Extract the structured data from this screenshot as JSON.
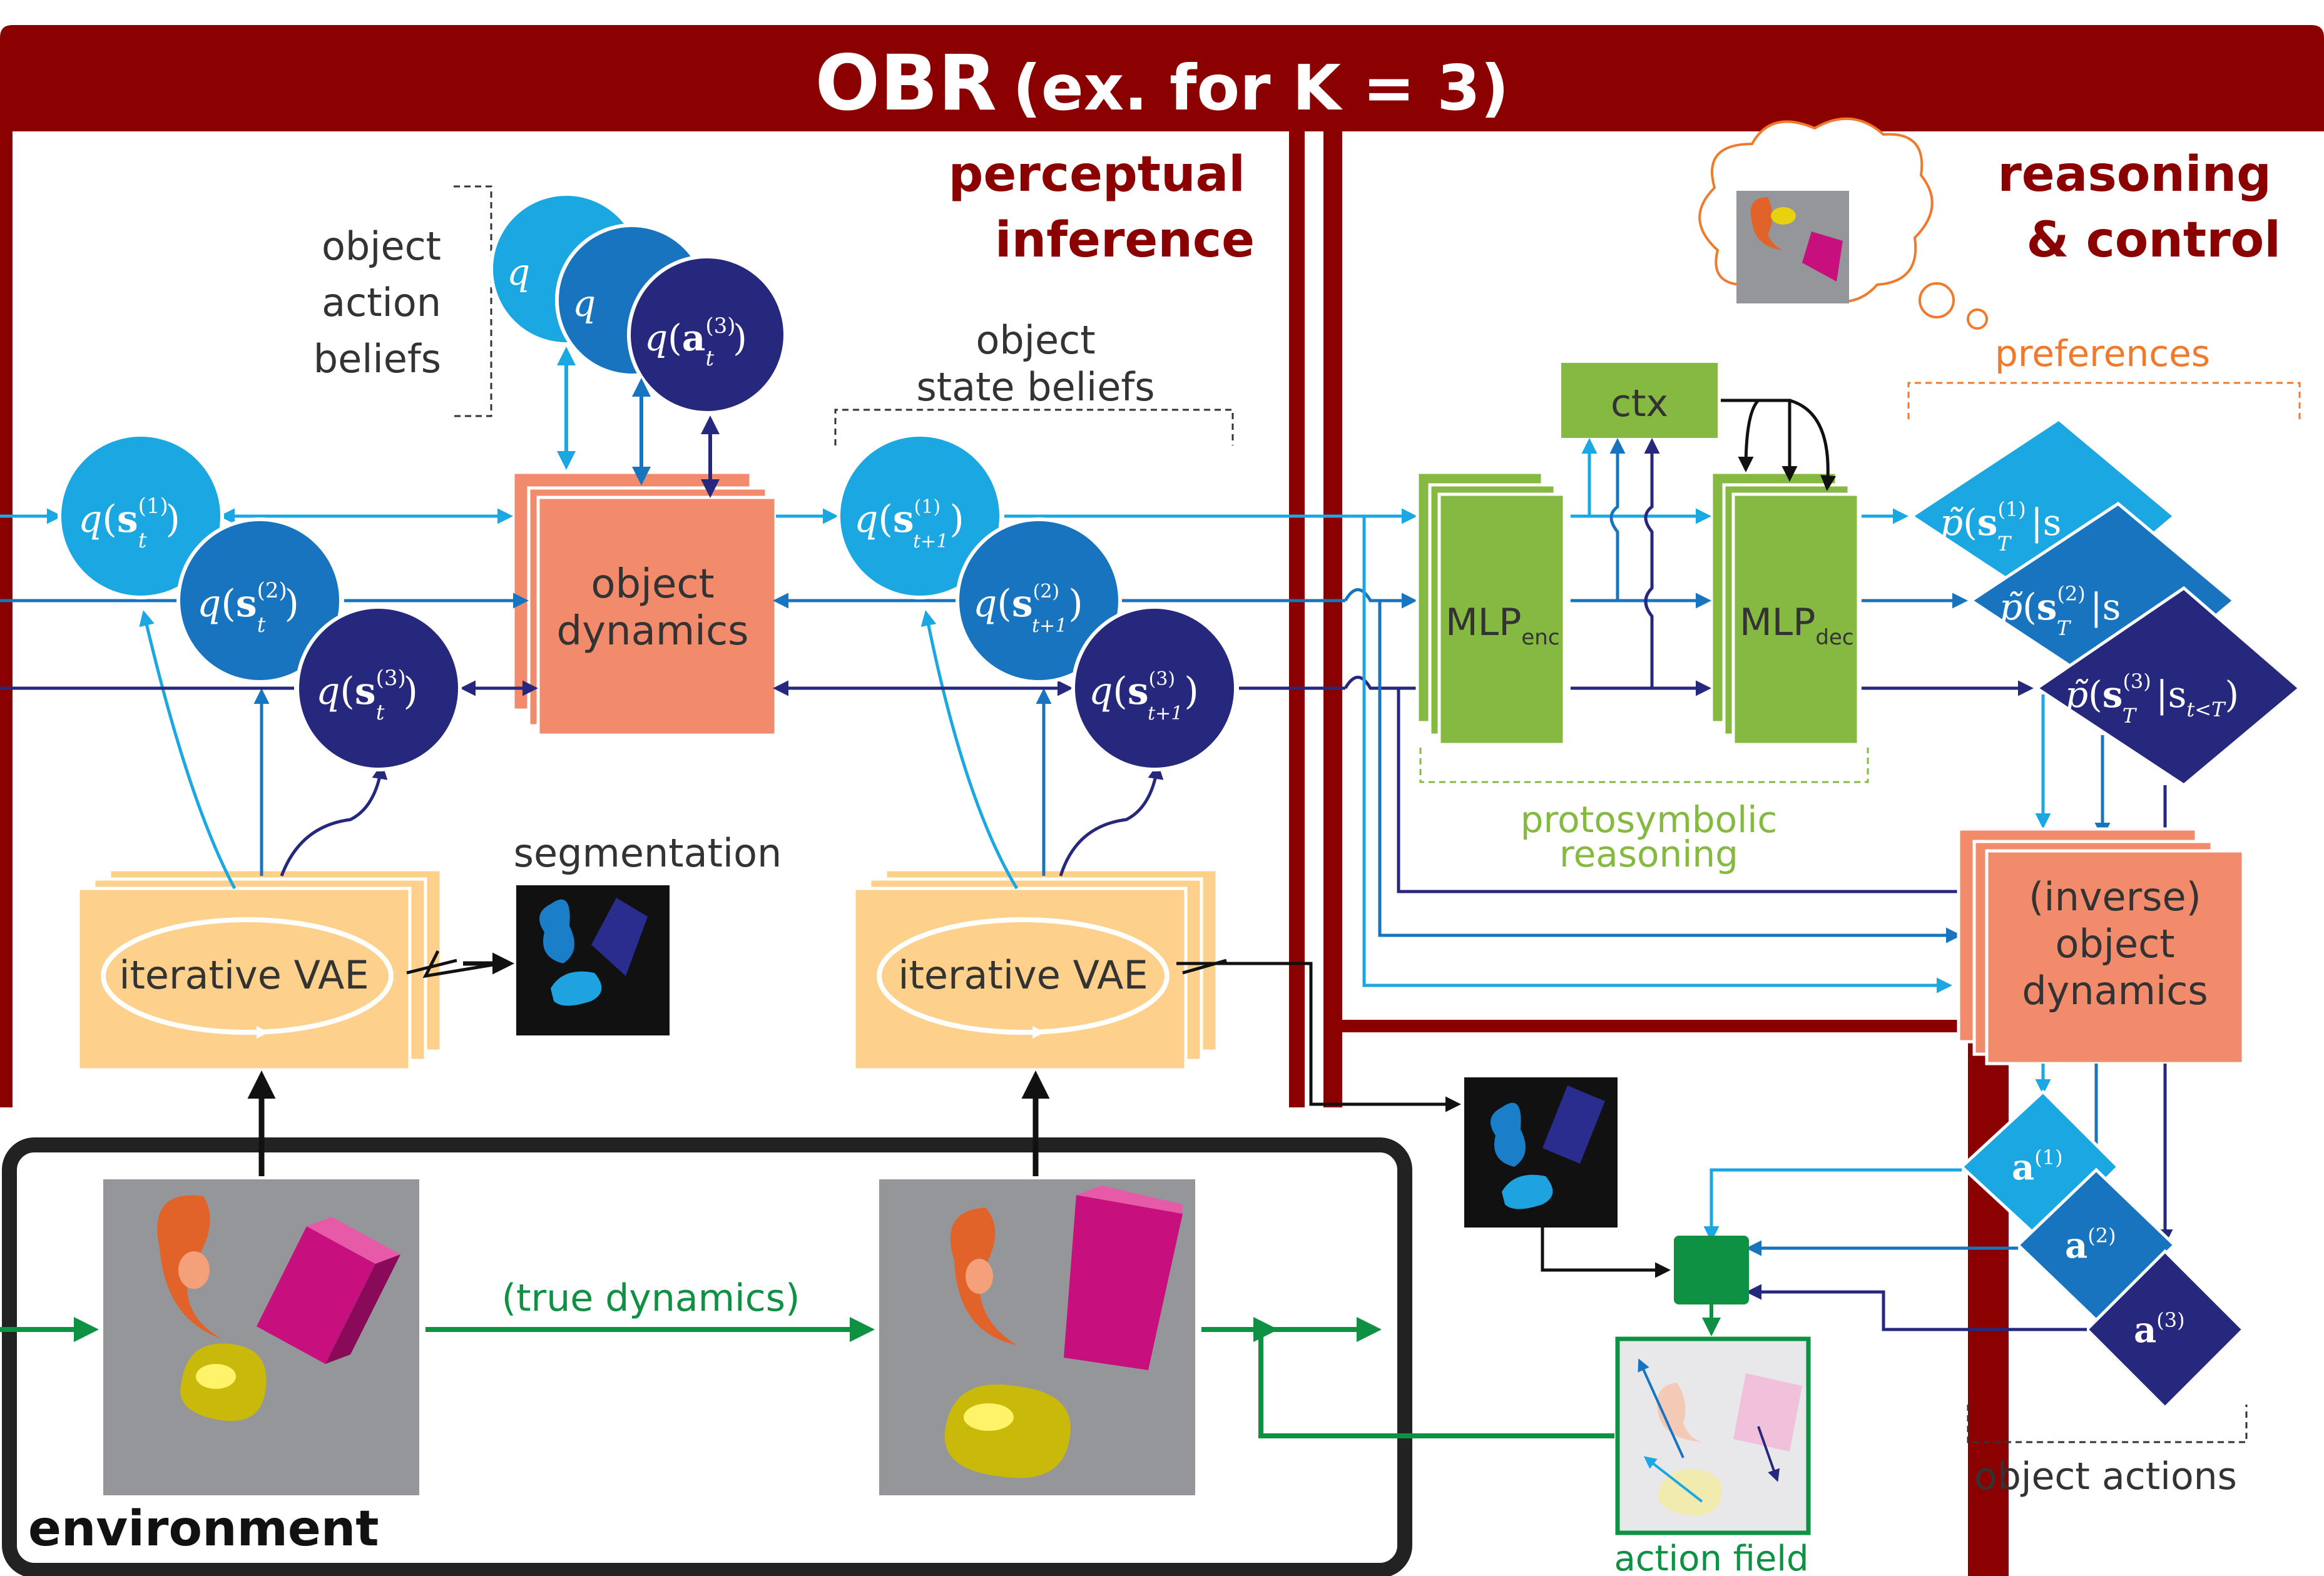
{
  "title": {
    "main": "OBR",
    "sub": "(ex. for K = 3)"
  },
  "sections": {
    "perceptual": [
      "perceptual",
      "inference"
    ],
    "reasoning": [
      "reasoning",
      "& control"
    ],
    "environment": "environment"
  },
  "labels": {
    "object_action_beliefs": [
      "object",
      "action",
      "beliefs"
    ],
    "object_state_beliefs": [
      "object",
      "state beliefs"
    ],
    "object_dynamics": [
      "object",
      "dynamics"
    ],
    "iterative_vae": "iterative VAE",
    "segmentation": "segmentation",
    "true_dynamics": "(true dynamics)",
    "ctx": "ctx",
    "mlp": "MLP",
    "mlp_enc_sub": "enc",
    "mlp_dec_sub": "dec",
    "protosymbolic": [
      "protosymbolic",
      "reasoning"
    ],
    "preferences": "preferences",
    "inverse_dynamics": [
      "(inverse)",
      "object",
      "dynamics"
    ],
    "object_actions": "object actions",
    "action_field": "action field"
  },
  "math": {
    "q": "q",
    "a": "a",
    "s": "s",
    "t": "t",
    "t1": "t+1",
    "T": "T",
    "cond": "|s",
    "cond_sub": "t<T",
    "idx": [
      "(1)",
      "(2)",
      "(3)"
    ]
  },
  "colors": {
    "dark_red": "#8B0000",
    "c1": "#1BA7E2",
    "c2": "#1874BE",
    "c3": "#26287E",
    "salmon": "#F28A6C",
    "peach": "#FDD08B",
    "green_mlp": "#85B941",
    "green_env": "#0E9143",
    "orange_pref": "#F07A2C"
  }
}
